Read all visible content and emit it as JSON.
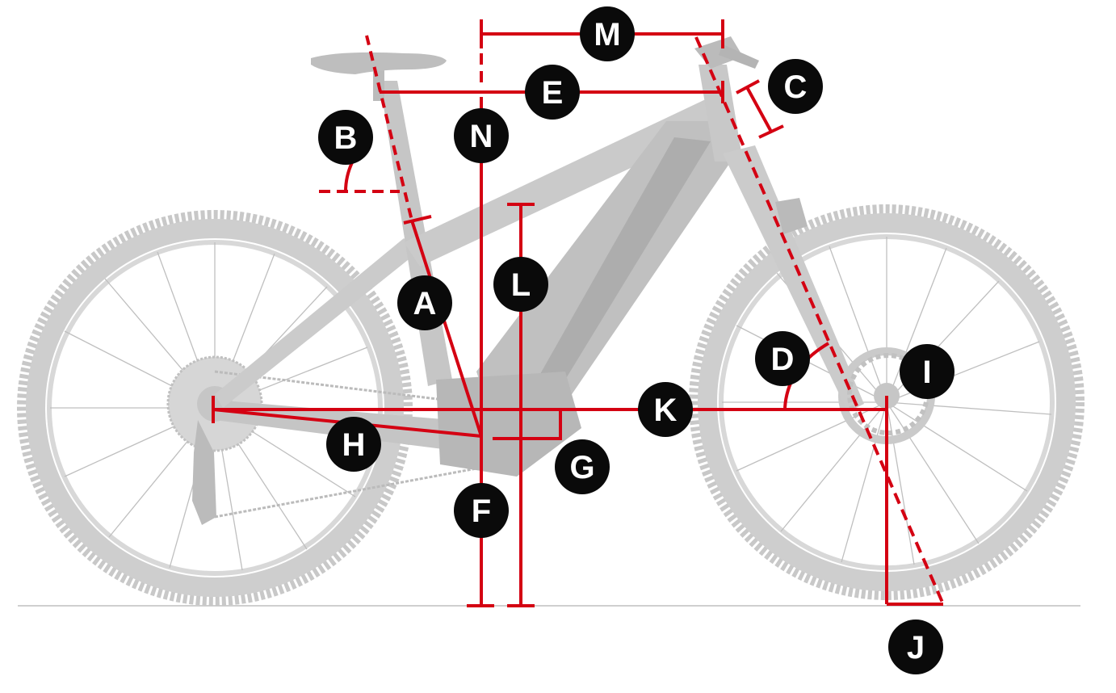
{
  "diagram": {
    "type": "bicycle-geometry",
    "colors": {
      "measurement_line": "#d40012",
      "badge_fill": "#0a0a0a",
      "badge_text": "#ffffff",
      "bike": "#c9c9c9",
      "bike_dark": "#a9a9a9",
      "ground": "#cfcfcf"
    },
    "labels": {
      "A": "A",
      "B": "B",
      "C": "C",
      "D": "D",
      "E": "E",
      "F": "F",
      "G": "G",
      "H": "H",
      "I": "I",
      "J": "J",
      "K": "K",
      "L": "L",
      "M": "M",
      "N": "N"
    }
  }
}
